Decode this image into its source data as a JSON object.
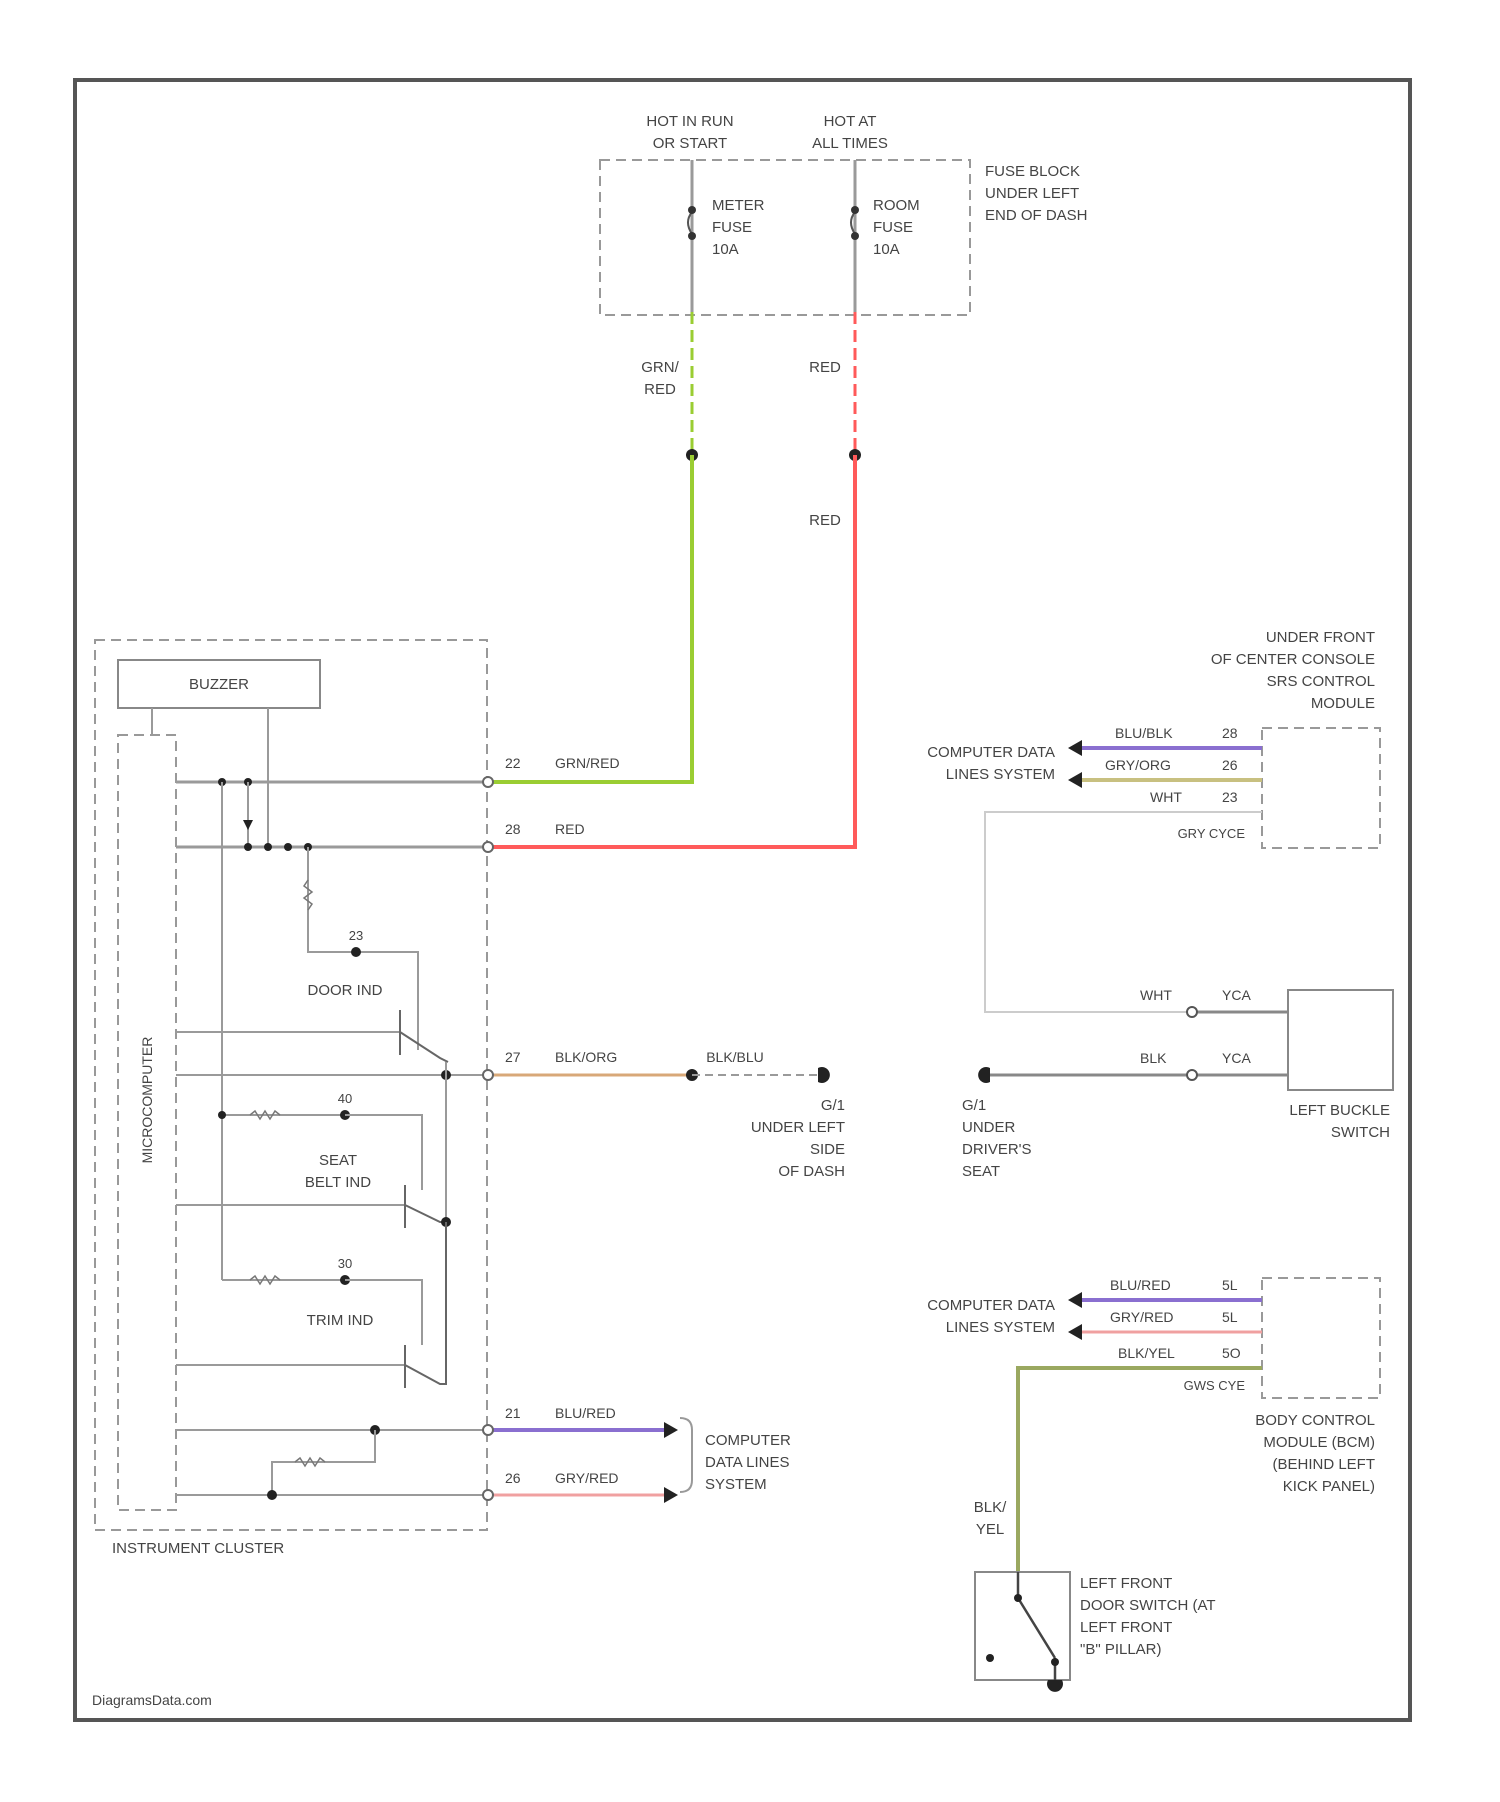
{
  "fuse_block": {
    "hot_left": [
      "HOT IN RUN",
      "OR START"
    ],
    "hot_right": [
      "HOT AT",
      "ALL TIMES"
    ],
    "fuse_left": [
      "METER",
      "FUSE",
      "10A"
    ],
    "fuse_right": [
      "ROOM",
      "FUSE",
      "10A"
    ],
    "location": [
      "FUSE BLOCK",
      "UNDER LEFT",
      "END OF DASH"
    ]
  },
  "wire_labels": {
    "grn_red": [
      "GRN/",
      "RED"
    ],
    "red_upper": "RED",
    "red_lower": "RED",
    "pin_22": "22",
    "pin_22_wire": "GRN/RED",
    "pin_28": "28",
    "pin_28_wire": "RED",
    "pin_27": "27",
    "pin_27_wire": "BLK/ORG",
    "blk_blu": "BLK/BLU",
    "pin_21": "21",
    "pin_21_wire": "BLU/RED",
    "pin_26": "26",
    "pin_26_wire": "GRY/RED"
  },
  "cluster": {
    "buzzer": "BUZZER",
    "microcomputer": "MICROCOMPUTER",
    "door_ind": "DOOR IND",
    "seat_belt_ind": [
      "SEAT",
      "BELT IND"
    ],
    "trim_ind": "TRIM IND",
    "pin_a": "23",
    "pin_b": "40",
    "pin_c": "30",
    "label": "INSTRUMENT CLUSTER"
  },
  "ground_left": [
    "G/1",
    "UNDER LEFT",
    "SIDE",
    "OF DASH"
  ],
  "ground_right": [
    "G/1",
    "UNDER",
    "DRIVER'S",
    "SEAT"
  ],
  "srs_module": {
    "location": [
      "UNDER FRONT",
      "OF CENTER CONSOLE",
      "SRS CONTROL",
      "MODULE"
    ],
    "data": [
      "COMPUTER DATA",
      "LINES SYSTEM"
    ],
    "w1": "BLU/BLK",
    "p1": "28",
    "w2": "GRY/ORG",
    "p2": "26",
    "w3": "WHT",
    "p3": "23",
    "connector": "GRY CYCE"
  },
  "buckle_switch": {
    "wht": "WHT",
    "c1": "YCA",
    "blk": "BLK",
    "c2": "YCA",
    "label": [
      "LEFT BUCKLE",
      "SWITCH"
    ]
  },
  "bcm": {
    "data": [
      "COMPUTER DATA",
      "LINES SYSTEM"
    ],
    "w1": "BLU/RED",
    "p1": "5L",
    "w2": "GRY/RED",
    "p2": "5L",
    "w3": "BLK/YEL",
    "p3": "5O",
    "connector": "GWS CYE",
    "label": [
      "BODY CONTROL",
      "MODULE (BCM)",
      "(BEHIND LEFT",
      "KICK PANEL)"
    ]
  },
  "cluster_data": [
    "COMPUTER",
    "DATA LINES",
    "SYSTEM"
  ],
  "door_switch": {
    "wire": [
      "BLK/",
      "YEL"
    ],
    "label": [
      "LEFT FRONT",
      "DOOR SWITCH (AT",
      "LEFT FRONT",
      "\"B\" PILLAR)"
    ]
  },
  "watermark": "DiagramsData.com",
  "colors": {
    "frame": "#555555",
    "wire_gray": "#9a9a9a",
    "green": "#9acd32",
    "red": "#ff5a5a",
    "purple": "#8a6fd0",
    "orange": "#d8a878",
    "pink": "#f0a0a0",
    "olive": "#9aa860"
  }
}
